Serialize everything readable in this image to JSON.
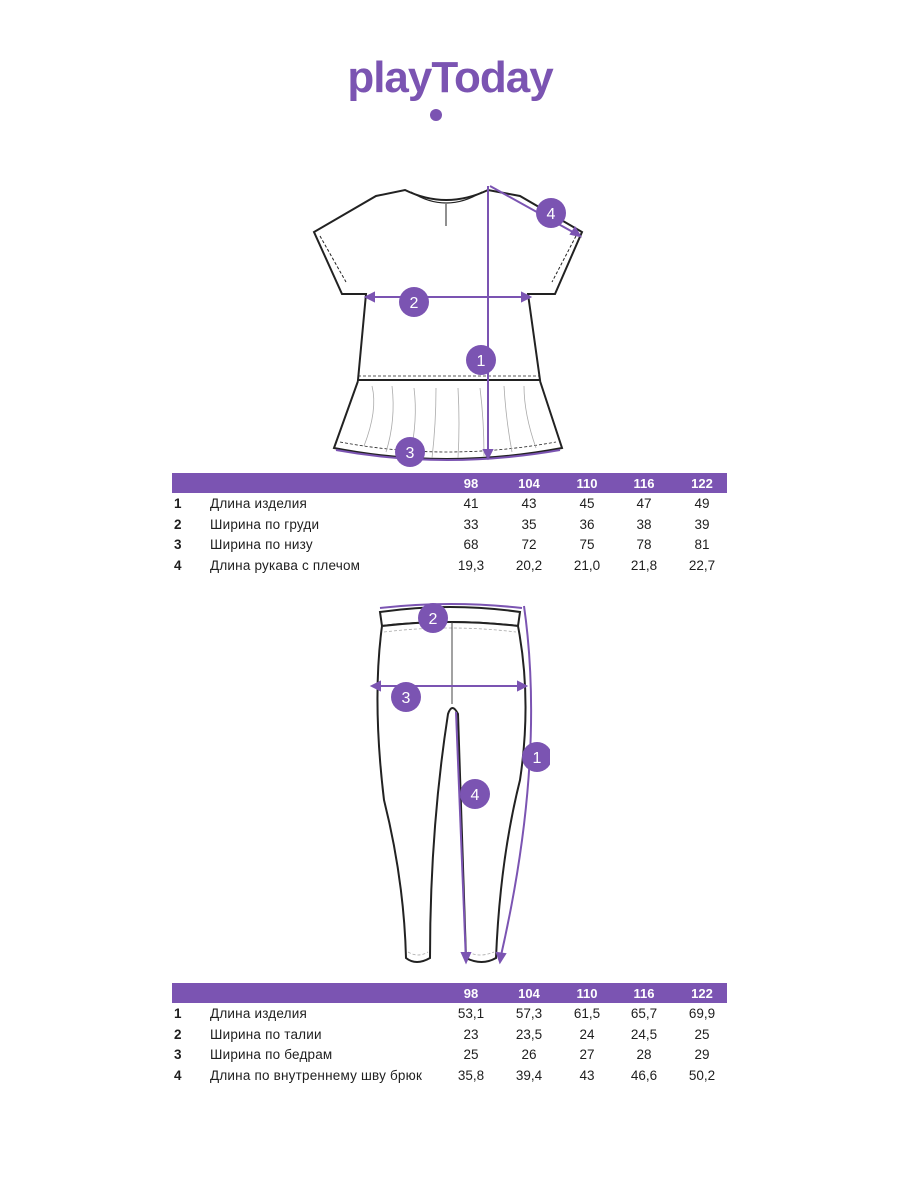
{
  "brand": {
    "name": "playToday",
    "accent_color": "#7b54b2"
  },
  "top_table": {
    "sizes": [
      "98",
      "104",
      "110",
      "116",
      "122"
    ],
    "rows": [
      {
        "num": "1",
        "label": "Длина изделия",
        "values": [
          "41",
          "43",
          "45",
          "47",
          "49"
        ]
      },
      {
        "num": "2",
        "label": "Ширина по груди",
        "values": [
          "33",
          "35",
          "36",
          "38",
          "39"
        ]
      },
      {
        "num": "3",
        "label": "Ширина по низу",
        "values": [
          "68",
          "72",
          "75",
          "78",
          "81"
        ]
      },
      {
        "num": "4",
        "label": "Длина рукава с плечом",
        "values": [
          "19,3",
          "20,2",
          "21,0",
          "21,8",
          "22,7"
        ]
      }
    ]
  },
  "bottom_table": {
    "sizes": [
      "98",
      "104",
      "110",
      "116",
      "122"
    ],
    "rows": [
      {
        "num": "1",
        "label": "Длина изделия",
        "values": [
          "53,1",
          "57,3",
          "61,5",
          "65,7",
          "69,9"
        ]
      },
      {
        "num": "2",
        "label": "Ширина по талии",
        "values": [
          "23",
          "23,5",
          "24",
          "24,5",
          "25"
        ]
      },
      {
        "num": "3",
        "label": "Ширина по бедрам",
        "values": [
          "25",
          "26",
          "27",
          "28",
          "29"
        ]
      },
      {
        "num": "4",
        "label": "Длина по внутреннему шву брюк",
        "values": [
          "35,8",
          "39,4",
          "43",
          "46,6",
          "50,2"
        ]
      }
    ]
  },
  "top_markers": [
    "1",
    "2",
    "3",
    "4"
  ],
  "bottom_markers": [
    "1",
    "2",
    "3",
    "4"
  ]
}
